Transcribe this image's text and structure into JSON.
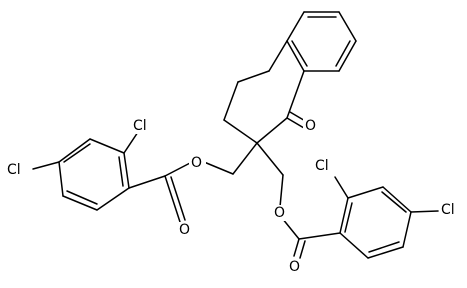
{
  "molecule": {
    "atoms": {
      "cl_top_left": "Cl",
      "cl_left": "Cl",
      "o_ester_left": "O",
      "o_carbonyl_left": "O",
      "o_ketone": "O",
      "cl_mid_right": "Cl",
      "cl_right": "Cl",
      "o_ester_right": "O",
      "o_carbonyl_right": "O"
    }
  },
  "colors": {
    "bond": "#000000",
    "label": "#000000",
    "background": "#ffffff"
  }
}
